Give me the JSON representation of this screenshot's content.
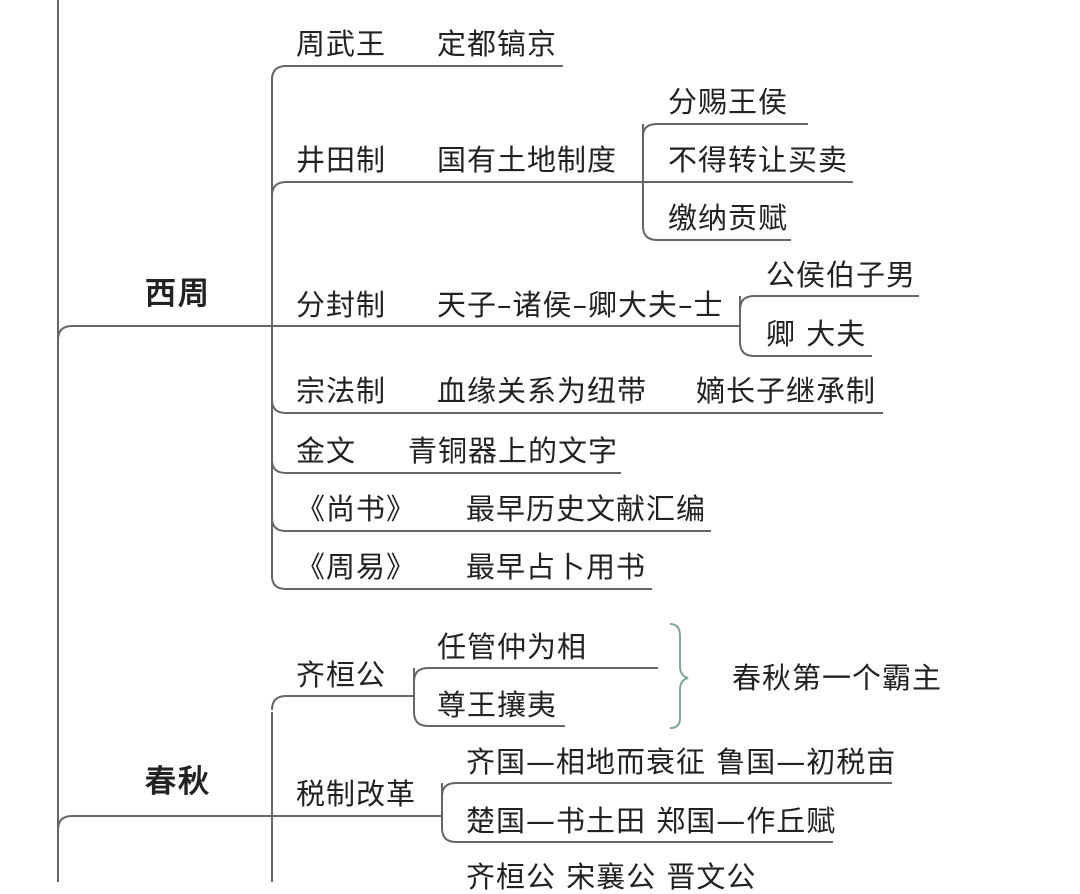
{
  "eras": [
    {
      "id": "xizhou",
      "label": "西周"
    },
    {
      "id": "chunqiu",
      "label": "春秋"
    }
  ],
  "xizhou": [
    {
      "label": "周武王",
      "note": "定都镐京"
    },
    {
      "label": "井田制",
      "note": "国有土地制度",
      "children": [
        "分赐王侯",
        "不得转让买卖",
        "缴纳贡赋"
      ]
    },
    {
      "label": "分封制",
      "note": "天子–诸侯–卿大夫–士",
      "children": [
        "公侯伯子男",
        "卿 大夫"
      ]
    },
    {
      "label": "宗法制",
      "note": "血缘关系为纽带",
      "extra": "嫡长子继承制"
    },
    {
      "label": "金文",
      "note": "青铜器上的文字"
    },
    {
      "label": "《尚书》",
      "note": "最早历史文献汇编"
    },
    {
      "label": "《周易》",
      "note": "最早占卜用书"
    }
  ],
  "chunqiu": [
    {
      "label": "齐桓公",
      "children": [
        "任管仲为相",
        "尊王攘夷"
      ],
      "summary": "春秋第一个霸主"
    },
    {
      "label": "税制改革",
      "children": [
        "齐国—相地而衰征 鲁国—初税亩",
        "楚国—书土田 郑国—作丘赋"
      ]
    },
    {
      "label": "",
      "children": [
        "齐桓公 宋襄公 晋文公"
      ]
    }
  ],
  "colors": {
    "line": "#666666",
    "text": "#222222",
    "brace": "#7fa7a0"
  }
}
